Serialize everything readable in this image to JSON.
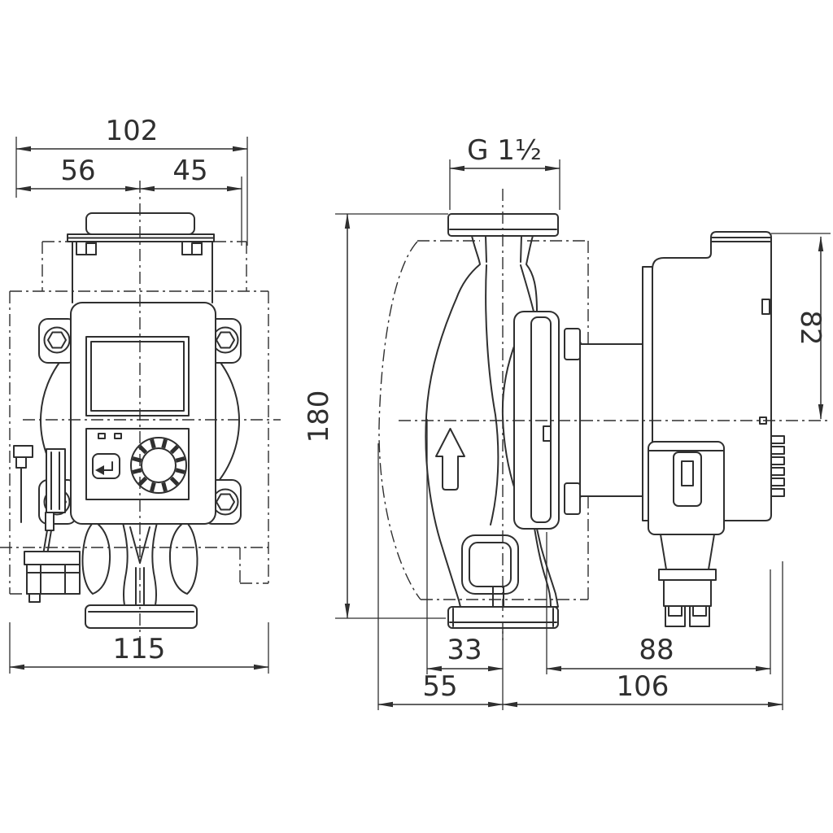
{
  "colors": {
    "line": "#2f2f2f",
    "background": "#ffffff"
  },
  "front_view": {
    "dim_total_width": "102",
    "dim_left_of_axis": "56",
    "dim_right_of_axis": "45",
    "dim_bottom_width": "115"
  },
  "side_view": {
    "dim_port_thread": "G 1½",
    "dim_overall_height": "180",
    "dim_module_top_to_axis": "82",
    "dim_axis_to_body_front": "33",
    "dim_axis_to_shell_front": "55",
    "dim_axis_to_module_rear": "88",
    "dim_overall_depth": "106"
  },
  "icons": {
    "flow_direction_arrow": "up",
    "back_button_icon": "return-arrow"
  }
}
